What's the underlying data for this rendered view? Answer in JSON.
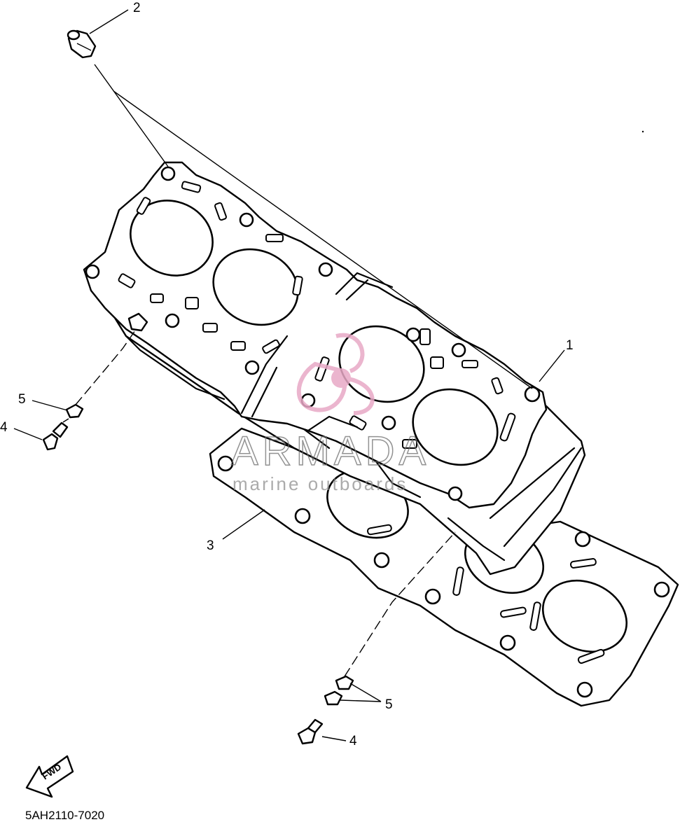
{
  "diagram": {
    "part_code": "5AH2110-7020",
    "callouts": [
      {
        "id": "c1",
        "label": "1",
        "part": "cylinder"
      },
      {
        "id": "c2",
        "label": "2",
        "part": "dowel-pin"
      },
      {
        "id": "c3",
        "label": "3",
        "part": "cylinder-gasket"
      },
      {
        "id": "c4a",
        "label": "4",
        "part": "bolt"
      },
      {
        "id": "c5a",
        "label": "5",
        "part": "washer"
      },
      {
        "id": "c4b",
        "label": "4",
        "part": "bolt"
      },
      {
        "id": "c5b",
        "label": "5",
        "part": "washer"
      }
    ],
    "direction_arrow": "FWD",
    "watermark": {
      "brand": "ARMADA",
      "tagline": "marine outboards",
      "logo_color": "#e8a9c6"
    }
  }
}
